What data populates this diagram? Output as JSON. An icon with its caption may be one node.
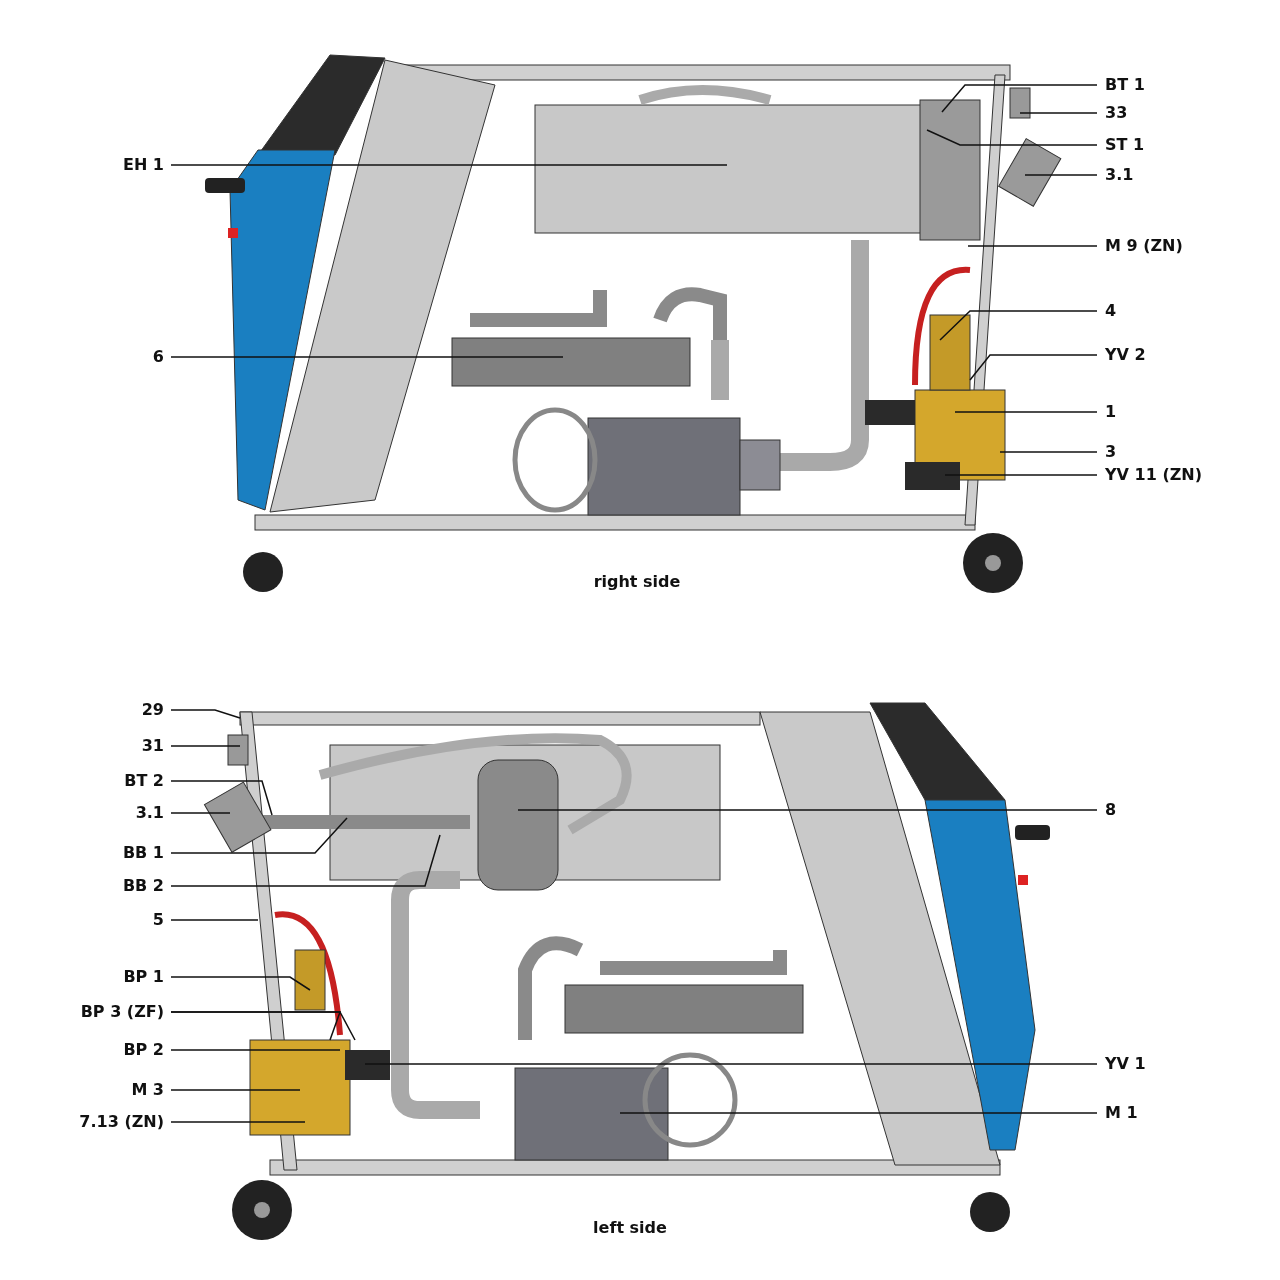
{
  "diagram": {
    "nodes": [
      {
        "text": [
          "EH 1"
        ]
      },
      {
        "text": [
          "6"
        ]
      },
      {
        "text": [
          "BT 1"
        ]
      },
      {
        "text": [
          "33"
        ]
      },
      {
        "text": [
          "ST 1"
        ]
      },
      {
        "text": [
          "3.1"
        ]
      },
      {
        "text": [
          "M 9 (ZN)"
        ]
      },
      {
        "text": [
          "4"
        ]
      },
      {
        "text": [
          "YV 2"
        ]
      },
      {
        "text": [
          "1"
        ]
      },
      {
        "text": [
          "3"
        ]
      },
      {
        "text": [
          "YV 11 (ZN)"
        ]
      },
      {
        "text": [
          "29"
        ]
      },
      {
        "text": [
          "31"
        ]
      },
      {
        "text": [
          "BT 2"
        ]
      },
      {
        "text": [
          "3.1"
        ]
      },
      {
        "text": [
          "BB 1"
        ]
      },
      {
        "text": [
          "BB 2"
        ]
      },
      {
        "text": [
          "5"
        ]
      },
      {
        "text": [
          "BP 1"
        ]
      },
      {
        "text": [
          "BP 3 (ZF)"
        ]
      },
      {
        "text": [
          "BP 2"
        ]
      },
      {
        "text": [
          "M 3"
        ]
      },
      {
        "text": [
          "7.13 (ZN)"
        ]
      },
      {
        "text": [
          "8"
        ]
      },
      {
        "text": [
          "YV 1"
        ]
      },
      {
        "text": [
          "M 1"
        ]
      }
    ],
    "edges": [
      {
        "from": 0,
        "to": null,
        "arrow": "none"
      },
      {
        "from": 1,
        "to": null,
        "arrow": "none"
      },
      {
        "from": 2,
        "to": null,
        "arrow": "none"
      },
      {
        "from": 3,
        "to": null,
        "arrow": "none"
      },
      {
        "from": 4,
        "to": null,
        "arrow": "none"
      },
      {
        "from": 5,
        "to": null,
        "arrow": "none"
      },
      {
        "from": 6,
        "to": null,
        "arrow": "none"
      },
      {
        "from": 7,
        "to": null,
        "arrow": "none"
      },
      {
        "from": 8,
        "to": null,
        "arrow": "none"
      },
      {
        "from": 9,
        "to": null,
        "arrow": "none"
      },
      {
        "from": 10,
        "to": null,
        "arrow": "none"
      },
      {
        "from": 11,
        "to": null,
        "arrow": "none"
      },
      {
        "from": 12,
        "to": null,
        "arrow": "none"
      },
      {
        "from": 13,
        "to": null,
        "arrow": "none"
      },
      {
        "from": 14,
        "to": null,
        "arrow": "none"
      },
      {
        "from": 15,
        "to": null,
        "arrow": "none"
      },
      {
        "from": 16,
        "to": null,
        "arrow": "none"
      },
      {
        "from": 17,
        "to": null,
        "arrow": "none"
      },
      {
        "from": 18,
        "to": null,
        "arrow": "none"
      },
      {
        "from": 19,
        "to": null,
        "arrow": "none"
      },
      {
        "from": 20,
        "to": null,
        "arrow": "none"
      },
      {
        "from": 20,
        "to": null,
        "arrow": "none"
      },
      {
        "from": 21,
        "to": null,
        "arrow": "none"
      },
      {
        "from": 22,
        "to": null,
        "arrow": "none"
      },
      {
        "from": 23,
        "to": null,
        "arrow": "none"
      },
      {
        "from": 24,
        "to": null,
        "arrow": "none"
      },
      {
        "from": 25,
        "to": null,
        "arrow": "none"
      },
      {
        "from": 26,
        "to": null,
        "arrow": "none"
      }
    ],
    "labels": [
      "right side",
      "left side"
    ]
  }
}
